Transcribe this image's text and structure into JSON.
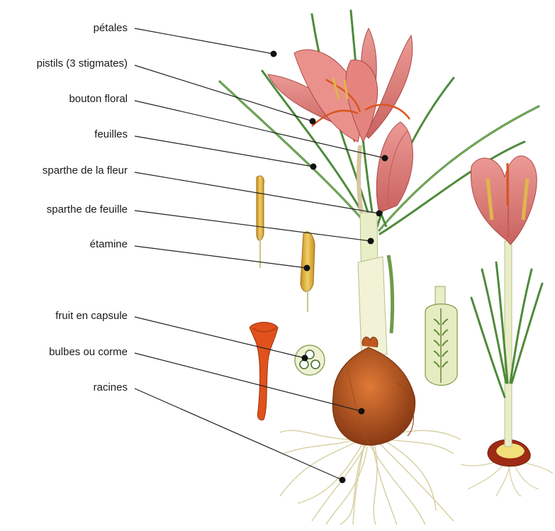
{
  "labels": [
    {
      "text": "pétales"
    },
    {
      "text": "pistils (3 stigmates)"
    },
    {
      "text": "bouton floral"
    },
    {
      "text": "feuilles"
    },
    {
      "text": "sparthe de la fleur"
    },
    {
      "text": "sparthe de feuille"
    },
    {
      "text": "étamine"
    },
    {
      "text": "fruit en capsule"
    },
    {
      "text": "bulbes ou corme"
    },
    {
      "text": "racines"
    }
  ],
  "colors": {
    "petal": "#e07d7a",
    "petal_dark": "#c55a5a",
    "stigma": "#d9561f",
    "leaf": "#4f8a3c",
    "leaf_light": "#8cbc6a",
    "stem": "#e9eec9",
    "bulb": "#c0591f",
    "bulb_dark": "#8a3a14",
    "root": "#d9d4a8",
    "stamen": "#e0b64a",
    "leader": "#222222"
  }
}
